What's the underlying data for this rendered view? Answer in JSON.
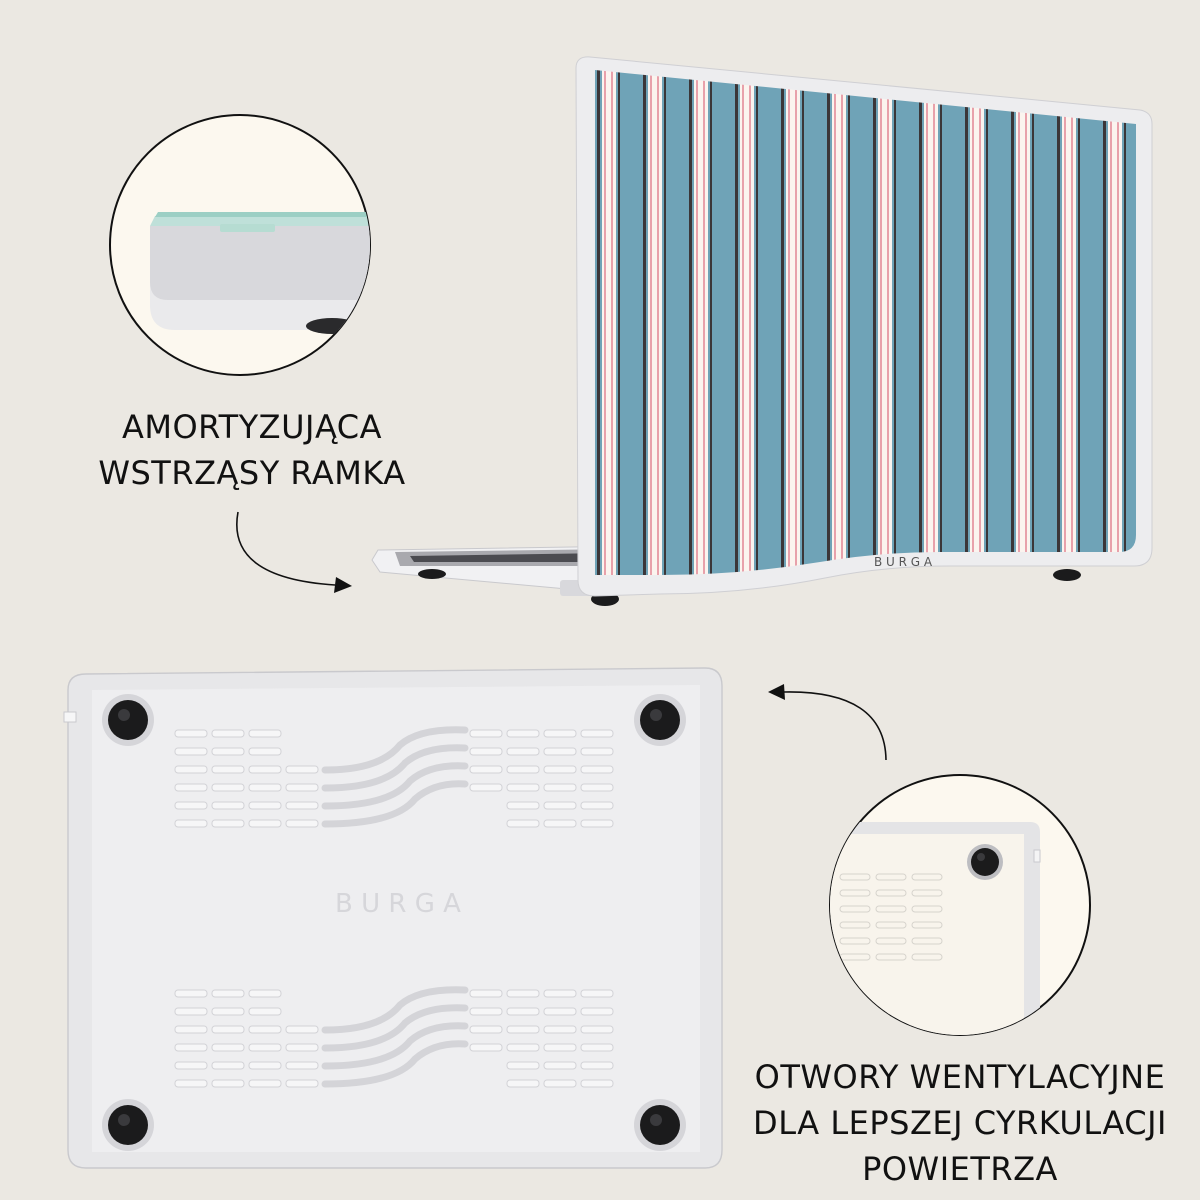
{
  "features": {
    "frame": {
      "caption_lines": [
        "AMORTYZUJĄCA",
        "WSTRZĄSY RAMKA"
      ]
    },
    "vents": {
      "caption_lines": [
        "OTWORY WENTYLACYJNE",
        "DLA LEPSZEJ CYRKULACJI",
        "POWIETRZA"
      ]
    }
  },
  "brand": {
    "lid_logo": "B U R G A",
    "bottom_logo": "B U R G A"
  },
  "colors": {
    "background": "#ebe8e2",
    "circle_fill": "#fcf8ef",
    "stripe_blue": "#6fa3b7",
    "stripe_pink": "#e8a1ab",
    "stripe_white": "#fbf4ef",
    "stripe_dark": "#3b3638",
    "case_clear": "#e7e7e9",
    "foot_black": "#1b1b1c"
  }
}
